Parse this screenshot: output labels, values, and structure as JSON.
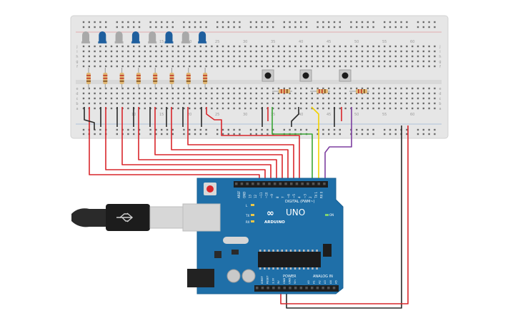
{
  "breadboard": {
    "column_numbers_top": [
      "5",
      "10",
      "15",
      "20",
      "25",
      "30",
      "35",
      "40",
      "45",
      "50",
      "55",
      "60"
    ],
    "column_numbers_bottom": [
      "10",
      "15",
      "20",
      "25",
      "30",
      "35",
      "40",
      "45",
      "50",
      "55",
      "60"
    ],
    "row_letters": [
      "a",
      "b",
      "c",
      "d",
      "e",
      "f",
      "g",
      "h",
      "i",
      "j"
    ]
  },
  "arduino": {
    "brand_logo_text": "ARDUINO",
    "model": "UNO",
    "digital_label": "DIGITAL (PWM~)",
    "power_label": "POWER",
    "analog_label": "ANALOG IN",
    "on_label": "ON",
    "tx_label": "TX",
    "rx_label": "RX",
    "l_label": "L",
    "aref_label": "AREF",
    "gnd_label": "GND",
    "digital_pins": [
      "13",
      "12",
      "~11",
      "~10",
      "~9",
      "8",
      "7",
      "~6",
      "~5",
      "4",
      "~3",
      "2",
      "TX 1",
      "RX 0"
    ],
    "power_pins": [
      "IOREF",
      "RESET",
      "3.3V",
      "5V",
      "GND",
      "GND",
      "Vin"
    ],
    "analog_pins": [
      "A0",
      "A1",
      "A2",
      "A3",
      "A4",
      "A5"
    ]
  },
  "components": {
    "leds": [
      {
        "color": "#a9a9a9"
      },
      {
        "color": "#1f5f9e"
      },
      {
        "color": "#a9a9a9"
      },
      {
        "color": "#1f5f9e"
      },
      {
        "color": "#a9a9a9"
      },
      {
        "color": "#1f5f9e"
      },
      {
        "color": "#a9a9a9"
      },
      {
        "color": "#1f5f9e"
      }
    ],
    "pushbutton_count": 3
  },
  "colors": {
    "wire_red": "#d9262b",
    "wire_black": "#2a2a2a",
    "wire_green": "#3aa635",
    "wire_yellow": "#f2d200",
    "wire_purple": "#7d3fa0",
    "board_blue": "#1f6fa8",
    "breadboard": "#e7e7e7"
  }
}
